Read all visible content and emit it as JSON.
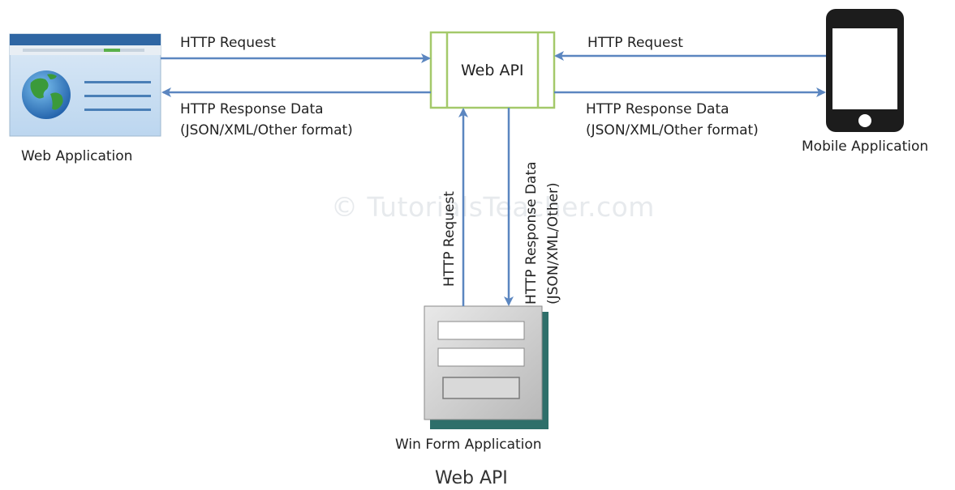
{
  "watermark": "© TutorialsTeacher.com",
  "center": {
    "title": "Web API"
  },
  "web_app": {
    "label": "Web Application"
  },
  "mobile_app": {
    "label": "Mobile Application"
  },
  "winform_app": {
    "label": "Win Form Application"
  },
  "left_edges": {
    "request": "HTTP Request",
    "response_line1": "HTTP Response Data",
    "response_line2": "(JSON/XML/Other format)"
  },
  "right_edges": {
    "request": "HTTP Request",
    "response_line1": "HTTP Response Data",
    "response_line2": "(JSON/XML/Other format)"
  },
  "bottom_edges": {
    "request": "HTTP Request",
    "response_line1": "HTTP Response Data",
    "response_line2": "(JSON/XML/Other)"
  },
  "caption": "Web API",
  "colors": {
    "arrow": "#5b86c0",
    "node_border": "#a4c96a",
    "winform_shadow": "#2e6f6a"
  }
}
